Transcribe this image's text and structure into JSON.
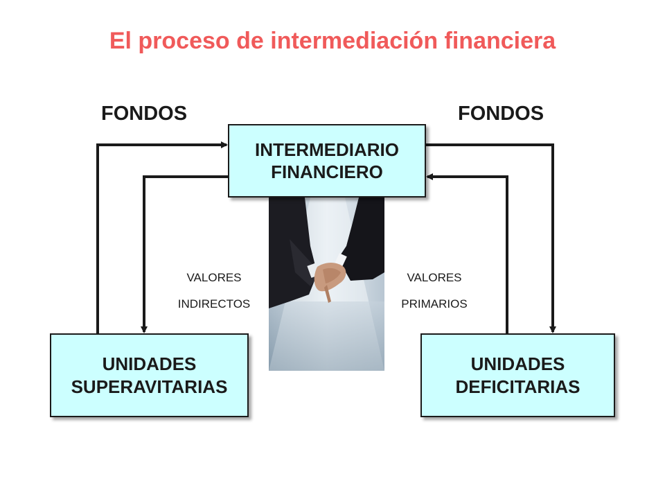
{
  "title": "El proceso de intermediación financiera",
  "labels": {
    "fondos_left": "FONDOS",
    "fondos_right": "FONDOS",
    "valores_left_line1": "VALORES",
    "valores_left_line2": "INDIRECTOS",
    "valores_right_line1": "VALORES",
    "valores_right_line2": "PRIMARIOS"
  },
  "boxes": {
    "intermediario": {
      "line1": "INTERMEDIARIO",
      "line2": "FINANCIERO"
    },
    "superavitarias": {
      "line1": "UNIDADES",
      "line2": "SUPERAVITARIAS"
    },
    "deficitarias": {
      "line1": "UNIDADES",
      "line2": "DEFICITARIAS"
    }
  },
  "image": {
    "subject": "handshake-photo"
  },
  "colors": {
    "title": "#f05a5a",
    "box_fill": "#ccffff",
    "box_border": "#1a1a1a",
    "arrow": "#1a1a1a"
  }
}
